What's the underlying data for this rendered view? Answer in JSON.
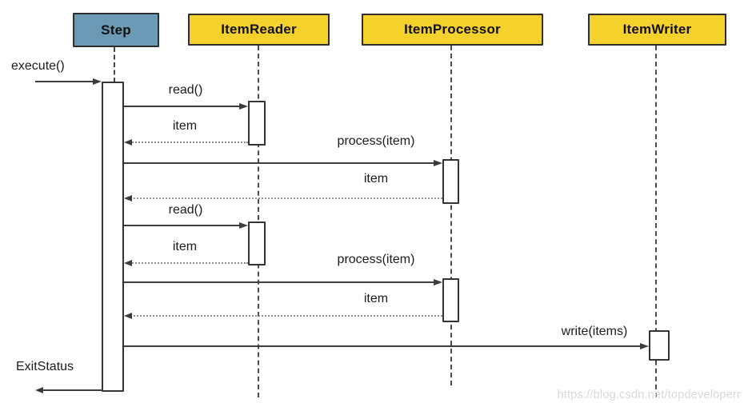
{
  "diagram_type": "uml-sequence-diagram",
  "actors": {
    "step": "Step",
    "reader": "ItemReader",
    "processor": "ItemProcessor",
    "writer": "ItemWriter"
  },
  "messages": {
    "execute": "execute()",
    "read1": "read()",
    "item_return1": "item",
    "process1": "process(item)",
    "item_return2": "item",
    "read2": "read()",
    "item_return3": "item",
    "process2": "process(item)",
    "item_return4": "item",
    "write": "write(items)",
    "exit_status": "ExitStatus"
  },
  "watermark": "https://blog.csdn.net/topdeveloperr",
  "colors": {
    "step_fill": "#6c9ab5",
    "component_fill": "#f5d12c",
    "box_border": "#2e2e2e",
    "arrow": "#3c3c3c",
    "return_arrow": "#8f8f8f",
    "lifeline": "#4a4a4a",
    "label_text": "#1b1b1d",
    "watermark_text": "#d8d8d8"
  }
}
